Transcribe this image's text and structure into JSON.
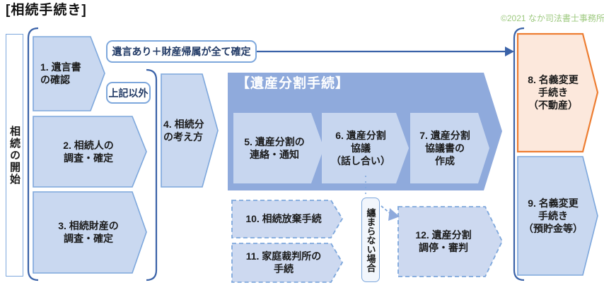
{
  "title": "[相続手続き]",
  "copyright": "©2021 なか司法書士事務所",
  "colors": {
    "box_fill": "#c9d8f0",
    "box_border": "#7da7dc",
    "container_fill": "#8faadc",
    "inner_box_fill": "#c7d6ef",
    "connector_dark_blue": "#3a62a8",
    "highlight_border_orange": "#ed7d31",
    "highlight_fill_peach": "#fce8dc",
    "copyright_green": "#9dc97f",
    "label_text_navy": "#1f3864"
  },
  "start_label": "相続の開始",
  "branch_labels": {
    "will_confirmed": "遺言あり＋財産帰属が全て確定",
    "other": "上記以外",
    "not_settled": "纏まらない場合"
  },
  "container_title": "【遺産分割手続】",
  "steps": {
    "s1": {
      "l1": "1. 遺言書",
      "l2": "の確認"
    },
    "s2": {
      "l1": "2. 相続人の",
      "l2": "調査・確定"
    },
    "s3": {
      "l1": "3. 相続財産の",
      "l2": "調査・確定"
    },
    "s4": {
      "l1": "4. 相続分",
      "l2": "の考え方"
    },
    "s5": {
      "l1": "5. 遺産分割の",
      "l2": "連絡・通知"
    },
    "s6": {
      "l1": "6. 遺産分割",
      "l2": "協議",
      "l3": "（話し合い）"
    },
    "s7": {
      "l1": "7. 遺産分割",
      "l2": "協議書の",
      "l3": "作成"
    },
    "s8": {
      "l1": "8. 名義変更",
      "l2": "手続き",
      "l3": "（不動産）"
    },
    "s9": {
      "l1": "9. 名義変更",
      "l2": "手続き",
      "l3": "（預貯金等）"
    },
    "s10": {
      "l1": "10. 相続放棄手続"
    },
    "s11": {
      "l1": "11. 家庭裁判所の",
      "l2": "手続"
    },
    "s12": {
      "l1": "12. 遺産分割",
      "l2": "調停・審判"
    }
  }
}
